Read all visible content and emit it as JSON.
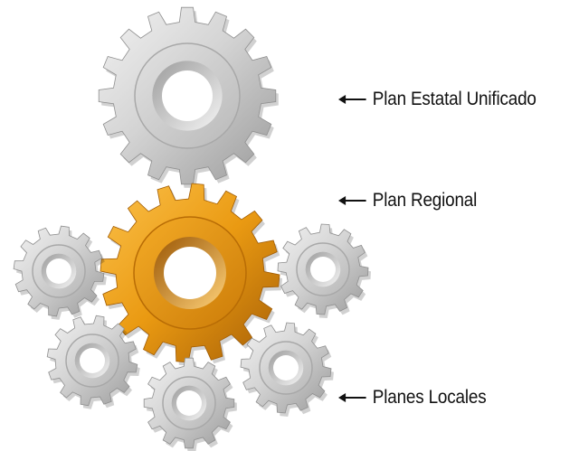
{
  "labels": {
    "estatal": "Plan Estatal Unificado",
    "regional": "Plan Regional",
    "locales": "Planes Locales"
  },
  "colors": {
    "silver_light": "#e6e6e6",
    "silver_mid": "#c8c8c8",
    "silver_dark": "#8f8f8f",
    "gold_light": "#f6b73c",
    "gold_mid": "#e6950f",
    "gold_dark": "#a05c05",
    "text": "#111111"
  },
  "gears": [
    {
      "role": "estatal",
      "color": "silver"
    },
    {
      "role": "regional",
      "color": "gold"
    },
    {
      "role": "local",
      "color": "silver"
    },
    {
      "role": "local",
      "color": "silver"
    },
    {
      "role": "local",
      "color": "silver"
    },
    {
      "role": "local",
      "color": "silver"
    },
    {
      "role": "local",
      "color": "silver"
    }
  ],
  "icons": {
    "label_pointer": "arrow-left-icon",
    "gear": "gear-icon"
  }
}
